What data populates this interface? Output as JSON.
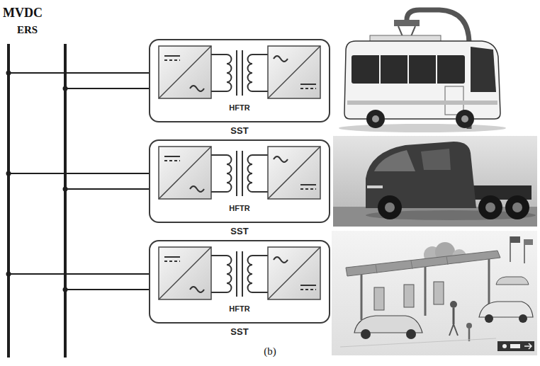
{
  "diagram": {
    "caption": "(b)",
    "nodes": [
      {
        "text": [
          "HFTR",
          "SST"
        ]
      },
      {
        "text": [
          "HFTR",
          "SST"
        ]
      },
      {
        "text": [
          "HFTR",
          "SST"
        ]
      }
    ],
    "labels": [
      "MVDC",
      "ERS"
    ]
  }
}
